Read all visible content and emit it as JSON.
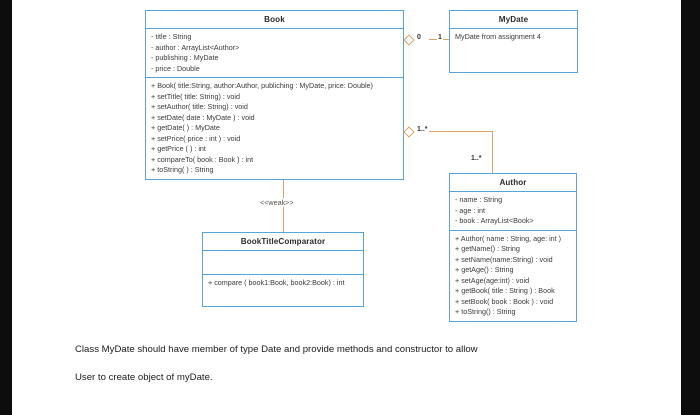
{
  "document": {
    "caption_lines": [
      "Class MyDate should have member of type Date and provide methods and constructor to allow",
      "User to create object of myDate."
    ]
  },
  "diagram": {
    "type": "uml-class-diagram",
    "colors": {
      "class_border": "#56a4d8",
      "connector": "#dca35f",
      "page_background": "#ffffff",
      "gutter": "#0d0d0d",
      "text": "#3a3a3a"
    },
    "classes": [
      {
        "id": "book",
        "name": "Book",
        "attributes": [
          "- title : String",
          "- author : ArrayList<Author>",
          "- publishing : MyDate",
          "- price : Double"
        ],
        "operations": [
          "+ Book( title:String, author:Author, publiching : MyDate, price: Double)",
          "+ setTitle( title: String) : void",
          "+ setAuthor( title: String) : void",
          "+ setDate( date : MyDate ) : void",
          "+ getDate( ) : MyDate",
          "+ setPrice( price : int ) : void",
          "+ getPrice ( ) : int",
          "+ compareTo( book : Book ) : int",
          "+ toString( ) : String"
        ]
      },
      {
        "id": "mydate",
        "name": "MyDate",
        "attributes": [
          "MyDate from assignment 4"
        ],
        "operations": []
      },
      {
        "id": "author",
        "name": "Author",
        "attributes": [
          "- name : String",
          "- age : int",
          "- book : ArrayList<Book>"
        ],
        "operations": [
          "+ Author( name : String, age: int )",
          "+ getName() : String",
          "+ setName(name:String) : void",
          "+ getAge() : String",
          "+ setAge(age:int) : void",
          "+ getBook( title : String ) : Book",
          "+ setBook( book : Book ) : void",
          "+ toString() : String"
        ]
      },
      {
        "id": "comparator",
        "name": "BookTitleComparator",
        "attributes": [],
        "operations": [
          "+ compare ( book1:Book, book2:Book) : int"
        ]
      }
    ],
    "relationships": [
      {
        "id": "book-mydate",
        "from": "Book",
        "to": "MyDate",
        "kind": "aggregation",
        "source_multiplicity": "0",
        "target_multiplicity": "1"
      },
      {
        "id": "book-author",
        "from": "Book",
        "to": "Author",
        "kind": "aggregation",
        "source_multiplicity": "1..*",
        "target_multiplicity": "1..*"
      },
      {
        "id": "book-comparator",
        "from": "Book",
        "to": "BookTitleComparator",
        "kind": "association",
        "stereotype": "<<weak>>"
      }
    ]
  }
}
